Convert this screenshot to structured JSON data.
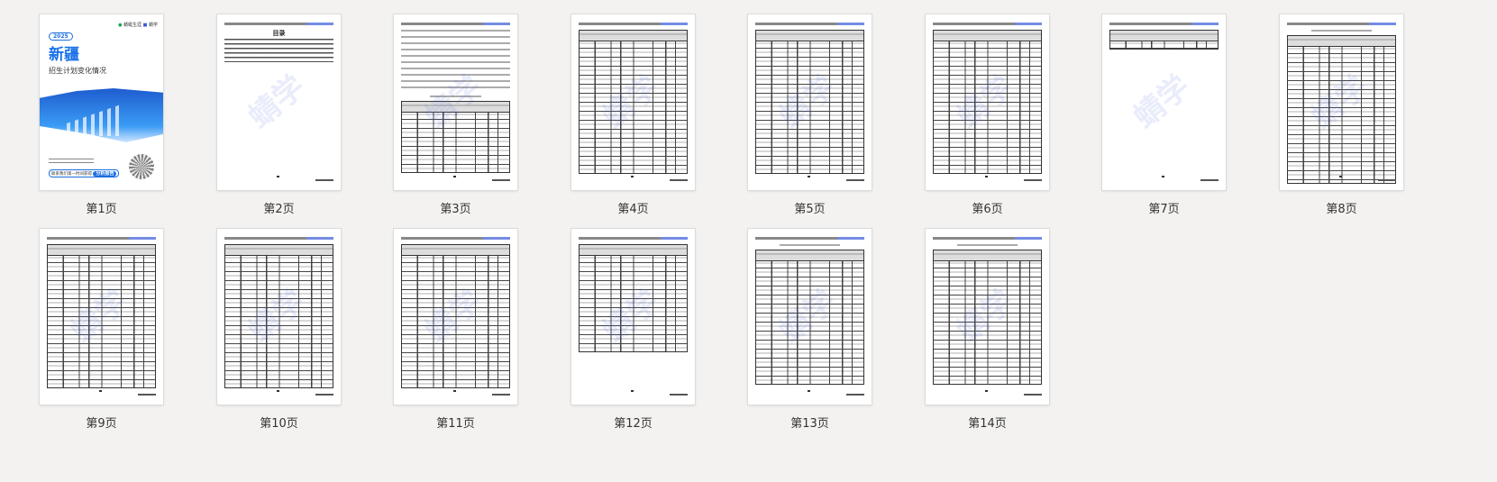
{
  "cover": {
    "logo_left": "蜻蜓生涯",
    "logo_right": "蜻学",
    "year": "2025",
    "region": "新疆",
    "subtitle": "招生计划变化情况",
    "contact_button": "联系我们第一时间获得",
    "report_button": "分析报告"
  },
  "watermark": "蜻学",
  "toc_title": "目录",
  "pages": [
    {
      "label": "第1页",
      "type": "cover"
    },
    {
      "label": "第2页",
      "type": "toc"
    },
    {
      "label": "第3页",
      "type": "text-table"
    },
    {
      "label": "第4页",
      "type": "table"
    },
    {
      "label": "第5页",
      "type": "table"
    },
    {
      "label": "第6页",
      "type": "table"
    },
    {
      "label": "第7页",
      "type": "short-table"
    },
    {
      "label": "第8页",
      "type": "titled-table"
    },
    {
      "label": "第9页",
      "type": "table"
    },
    {
      "label": "第10页",
      "type": "table"
    },
    {
      "label": "第11页",
      "type": "table"
    },
    {
      "label": "第12页",
      "type": "table"
    },
    {
      "label": "第13页",
      "type": "titled-table"
    },
    {
      "label": "第14页",
      "type": "titled-table"
    }
  ]
}
